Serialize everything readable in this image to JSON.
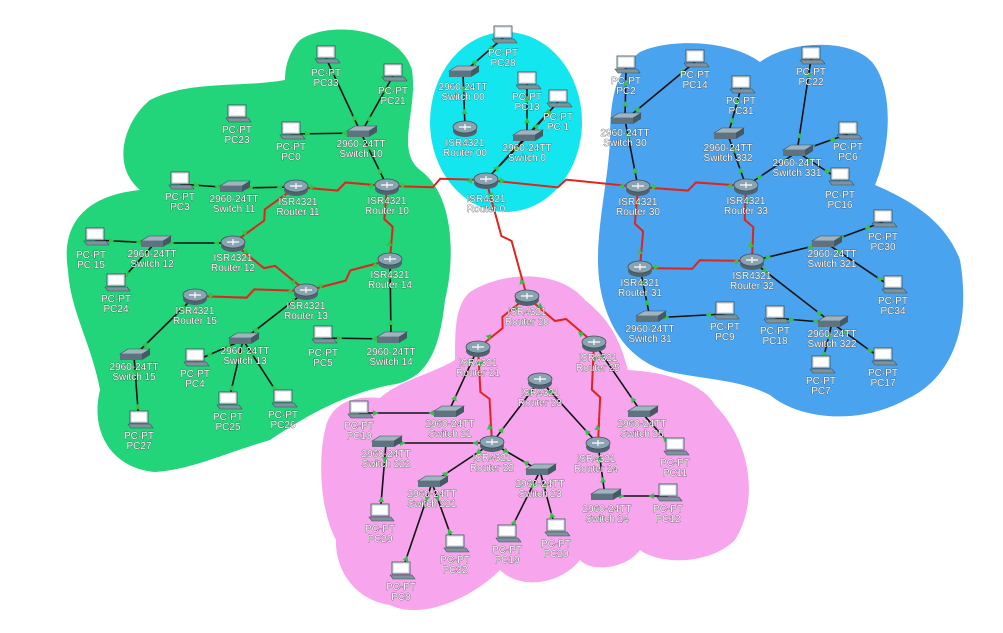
{
  "colors": {
    "green_zone": "#22d47a",
    "cyan_zone": "#14e6f0",
    "blue_zone": "#4aa3ef",
    "pink_zone": "#f7a6ee",
    "serial_link": "#e0241c",
    "ethernet_link": "#111111",
    "link_dot": "#35c24a",
    "device_body": "#6f8794"
  },
  "routers": [
    {
      "id": "r0",
      "model": "ISR4321",
      "name": "Router 0"
    },
    {
      "id": "r00",
      "model": "ISR4321",
      "name": "Router 00"
    },
    {
      "id": "r10",
      "model": "ISR4321",
      "name": "Router 10"
    },
    {
      "id": "r11",
      "model": "ISR4321",
      "name": "Router 11"
    },
    {
      "id": "r12",
      "model": "ISR4321",
      "name": "Router 12"
    },
    {
      "id": "r13",
      "model": "ISR4321",
      "name": "Router 13"
    },
    {
      "id": "r14",
      "model": "ISR4321",
      "name": "Router 14"
    },
    {
      "id": "r15",
      "model": "ISR4321",
      "name": "Router 15"
    },
    {
      "id": "r20",
      "model": "ISR4321",
      "name": "Router 20"
    },
    {
      "id": "r21",
      "model": "ISR4321",
      "name": "Router 21"
    },
    {
      "id": "r22",
      "model": "ISR4321",
      "name": "Router 22"
    },
    {
      "id": "r23",
      "model": "ISR4321",
      "name": "Router 23"
    },
    {
      "id": "r24",
      "model": "ISR4321",
      "name": "Router 24"
    },
    {
      "id": "r25",
      "model": "ISR4321",
      "name": "Router 25"
    },
    {
      "id": "r30",
      "model": "ISR4321",
      "name": "Router 30"
    },
    {
      "id": "r31",
      "model": "ISR4321",
      "name": "Router 31"
    },
    {
      "id": "r32",
      "model": "ISR4321",
      "name": "Router 32"
    },
    {
      "id": "r33",
      "model": "ISR4321",
      "name": "Router 33"
    }
  ],
  "switches": [
    {
      "id": "s0",
      "model": "2960-24TT",
      "name": "Switch 0"
    },
    {
      "id": "s00",
      "model": "2960-24TT",
      "name": "Switch 00"
    },
    {
      "id": "s10",
      "model": "2960-24TT",
      "name": "Switch 10"
    },
    {
      "id": "s11",
      "model": "2960-24TT",
      "name": "Switch 11"
    },
    {
      "id": "s12",
      "model": "2960-24TT",
      "name": "Switch 12"
    },
    {
      "id": "s13",
      "model": "2960-24TT",
      "name": "Switch 13"
    },
    {
      "id": "s14",
      "model": "2960-24TT",
      "name": "Switch 14"
    },
    {
      "id": "s15",
      "model": "2960-24TT",
      "name": "Switch 15"
    },
    {
      "id": "s21",
      "model": "2960-24TT",
      "name": "Switch 21"
    },
    {
      "id": "s221",
      "model": "2960-24TT",
      "name": "Switch 221"
    },
    {
      "id": "s222",
      "model": "2960-24TT",
      "name": "Switch 222"
    },
    {
      "id": "s23",
      "model": "2960-24TT",
      "name": "Switch 23"
    },
    {
      "id": "s24",
      "model": "2960-24TT",
      "name": "Switch 24"
    },
    {
      "id": "s25",
      "model": "2960-24TT",
      "name": "Switch 25"
    },
    {
      "id": "s30",
      "model": "2960-24TT",
      "name": "Switch 30"
    },
    {
      "id": "s31",
      "model": "2960-24TT",
      "name": "Switch 31"
    },
    {
      "id": "s321",
      "model": "2960-24TT",
      "name": "Switch 321"
    },
    {
      "id": "s322",
      "model": "2960-24TT",
      "name": "Switch 322"
    },
    {
      "id": "s331",
      "model": "2960-24TT",
      "name": "Switch 331"
    },
    {
      "id": "s332",
      "model": "2960-24TT",
      "name": "Switch 332"
    }
  ],
  "pcs": [
    {
      "id": "pc0",
      "model": "PC-PT",
      "name": "PC0"
    },
    {
      "id": "pc1",
      "model": "PC-PT",
      "name": "PC 1"
    },
    {
      "id": "pc2",
      "model": "PC-PT",
      "name": "PC2"
    },
    {
      "id": "pc3",
      "model": "PC-PT",
      "name": "PC3"
    },
    {
      "id": "pc4",
      "model": "PC-PT",
      "name": "PC4"
    },
    {
      "id": "pc5",
      "model": "PC-PT",
      "name": "PC5"
    },
    {
      "id": "pc6",
      "model": "PC-PT",
      "name": "PC6"
    },
    {
      "id": "pc7",
      "model": "PC-PT",
      "name": "PC7"
    },
    {
      "id": "pc8",
      "model": "PC-PT",
      "name": "PC8"
    },
    {
      "id": "pc9",
      "model": "PC-PT",
      "name": "PC9"
    },
    {
      "id": "pc10",
      "model": "PC-PT",
      "name": "PC10"
    },
    {
      "id": "pc11",
      "model": "PC-PT",
      "name": "PC11"
    },
    {
      "id": "pc12",
      "model": "PC-PT",
      "name": "PC12"
    },
    {
      "id": "pc13",
      "model": "PC-PT",
      "name": "PC13"
    },
    {
      "id": "pc14",
      "model": "PC-PT",
      "name": "PC14"
    },
    {
      "id": "pc15",
      "model": "PC-PT",
      "name": "PC 15"
    },
    {
      "id": "pc16",
      "model": "PC-PT",
      "name": "PC16"
    },
    {
      "id": "pc17",
      "model": "PC-PT",
      "name": "PC17"
    },
    {
      "id": "pc18",
      "model": "PC-PT",
      "name": "PC18"
    },
    {
      "id": "pc19",
      "model": "PC-PT",
      "name": "PC19"
    },
    {
      "id": "pc20",
      "model": "PC-PT",
      "name": "PC20"
    },
    {
      "id": "pc21",
      "model": "PC-PT",
      "name": "PC21"
    },
    {
      "id": "pc22",
      "model": "PC-PT",
      "name": "PC22"
    },
    {
      "id": "pc23",
      "model": "PC-PT",
      "name": "PC23"
    },
    {
      "id": "pc24",
      "model": "PC-PT",
      "name": "PC24"
    },
    {
      "id": "pc25",
      "model": "PC-PT",
      "name": "PC25"
    },
    {
      "id": "pc26",
      "model": "PC-PT",
      "name": "PC26"
    },
    {
      "id": "pc27",
      "model": "PC-PT",
      "name": "PC27"
    },
    {
      "id": "pc28",
      "model": "PC-PT",
      "name": "PC28"
    },
    {
      "id": "pc29",
      "model": "PC-PT",
      "name": "PC29"
    },
    {
      "id": "pc30",
      "model": "PC-PT",
      "name": "PC30"
    },
    {
      "id": "pc31",
      "model": "PC-PT",
      "name": "PC31"
    },
    {
      "id": "pc32",
      "model": "PC-PT",
      "name": "PC32"
    },
    {
      "id": "pc33",
      "model": "PC-PT",
      "name": "PC33"
    },
    {
      "id": "pc34",
      "model": "PC-PT",
      "name": "PC34"
    }
  ],
  "links": [
    {
      "a": "r0",
      "b": "r10",
      "type": "serial"
    },
    {
      "a": "r0",
      "b": "r30",
      "type": "serial"
    },
    {
      "a": "r0",
      "b": "r20",
      "type": "serial"
    },
    {
      "a": "r0",
      "b": "pc1",
      "type": "ethernet"
    },
    {
      "a": "r00",
      "b": "s00",
      "type": "ethernet"
    },
    {
      "a": "s00",
      "b": "pc28",
      "type": "ethernet"
    },
    {
      "a": "r0",
      "b": "s0",
      "type": "ethernet"
    },
    {
      "a": "s0",
      "b": "pc13",
      "type": "ethernet"
    },
    {
      "a": "s0",
      "b": "pc1",
      "type": "ethernet"
    },
    {
      "a": "r10",
      "b": "r11",
      "type": "serial"
    },
    {
      "a": "r10",
      "b": "r14",
      "type": "serial"
    },
    {
      "a": "r10",
      "b": "s10",
      "type": "ethernet"
    },
    {
      "a": "s10",
      "b": "pc33",
      "type": "ethernet"
    },
    {
      "a": "s10",
      "b": "pc21",
      "type": "ethernet"
    },
    {
      "a": "s10",
      "b": "pc0",
      "type": "ethernet"
    },
    {
      "a": "r11",
      "b": "s11",
      "type": "ethernet"
    },
    {
      "a": "s11",
      "b": "pc3",
      "type": "ethernet"
    },
    {
      "a": "r11",
      "b": "r12",
      "type": "serial"
    },
    {
      "a": "r12",
      "b": "s12",
      "type": "ethernet"
    },
    {
      "a": "s12",
      "b": "pc15",
      "type": "ethernet"
    },
    {
      "a": "s12",
      "b": "pc24",
      "type": "ethernet"
    },
    {
      "a": "r12",
      "b": "r13",
      "type": "serial"
    },
    {
      "a": "r14",
      "b": "r13",
      "type": "serial"
    },
    {
      "a": "r14",
      "b": "s14",
      "type": "ethernet"
    },
    {
      "a": "s14",
      "b": "pc5",
      "type": "ethernet"
    },
    {
      "a": "r13",
      "b": "r15",
      "type": "serial"
    },
    {
      "a": "r13",
      "b": "s13",
      "type": "ethernet"
    },
    {
      "a": "s13",
      "b": "pc4",
      "type": "ethernet"
    },
    {
      "a": "s13",
      "b": "pc25",
      "type": "ethernet"
    },
    {
      "a": "s13",
      "b": "pc26",
      "type": "ethernet"
    },
    {
      "a": "r15",
      "b": "s15",
      "type": "ethernet"
    },
    {
      "a": "s15",
      "b": "pc27",
      "type": "ethernet"
    },
    {
      "a": "r20",
      "b": "r21",
      "type": "serial"
    },
    {
      "a": "r20",
      "b": "r25",
      "type": "serial"
    },
    {
      "a": "r21",
      "b": "r22",
      "type": "serial"
    },
    {
      "a": "r21",
      "b": "s21",
      "type": "ethernet"
    },
    {
      "a": "s21",
      "b": "pc10",
      "type": "ethernet"
    },
    {
      "a": "r25",
      "b": "s25",
      "type": "ethernet"
    },
    {
      "a": "r25",
      "b": "r24",
      "type": "serial"
    },
    {
      "a": "s25",
      "b": "pc11",
      "type": "ethernet"
    },
    {
      "a": "r23",
      "b": "r22",
      "type": "ethernet"
    },
    {
      "a": "r23",
      "b": "r24",
      "type": "ethernet"
    },
    {
      "a": "r22",
      "b": "s222",
      "type": "ethernet"
    },
    {
      "a": "r22",
      "b": "s221",
      "type": "ethernet"
    },
    {
      "a": "r22",
      "b": "s23",
      "type": "ethernet"
    },
    {
      "a": "s222",
      "b": "pc29",
      "type": "ethernet"
    },
    {
      "a": "s221",
      "b": "pc8",
      "type": "ethernet"
    },
    {
      "a": "s221",
      "b": "pc32",
      "type": "ethernet"
    },
    {
      "a": "s23",
      "b": "pc19",
      "type": "ethernet"
    },
    {
      "a": "s23",
      "b": "pc20",
      "type": "ethernet"
    },
    {
      "a": "r24",
      "b": "s24",
      "type": "ethernet"
    },
    {
      "a": "s24",
      "b": "pc12",
      "type": "ethernet"
    },
    {
      "a": "r30",
      "b": "r33",
      "type": "serial"
    },
    {
      "a": "r30",
      "b": "r31",
      "type": "serial"
    },
    {
      "a": "r30",
      "b": "s30",
      "type": "ethernet"
    },
    {
      "a": "s30",
      "b": "pc2",
      "type": "ethernet"
    },
    {
      "a": "s30",
      "b": "pc14",
      "type": "ethernet"
    },
    {
      "a": "r33",
      "b": "s332",
      "type": "ethernet"
    },
    {
      "a": "s332",
      "b": "pc31",
      "type": "ethernet"
    },
    {
      "a": "r33",
      "b": "s331",
      "type": "ethernet"
    },
    {
      "a": "s331",
      "b": "pc22",
      "type": "ethernet"
    },
    {
      "a": "s331",
      "b": "pc6",
      "type": "ethernet"
    },
    {
      "a": "s331",
      "b": "pc16",
      "type": "ethernet"
    },
    {
      "a": "r33",
      "b": "r32",
      "type": "serial"
    },
    {
      "a": "r31",
      "b": "r32",
      "type": "serial"
    },
    {
      "a": "r31",
      "b": "s31",
      "type": "ethernet"
    },
    {
      "a": "s31",
      "b": "pc9",
      "type": "ethernet"
    },
    {
      "a": "r32",
      "b": "s321",
      "type": "ethernet"
    },
    {
      "a": "s321",
      "b": "pc30",
      "type": "ethernet"
    },
    {
      "a": "s321",
      "b": "pc34",
      "type": "ethernet"
    },
    {
      "a": "r32",
      "b": "s322",
      "type": "ethernet"
    },
    {
      "a": "s322",
      "b": "pc18",
      "type": "ethernet"
    },
    {
      "a": "s322",
      "b": "pc7",
      "type": "ethernet"
    },
    {
      "a": "s322",
      "b": "pc17",
      "type": "ethernet"
    }
  ]
}
